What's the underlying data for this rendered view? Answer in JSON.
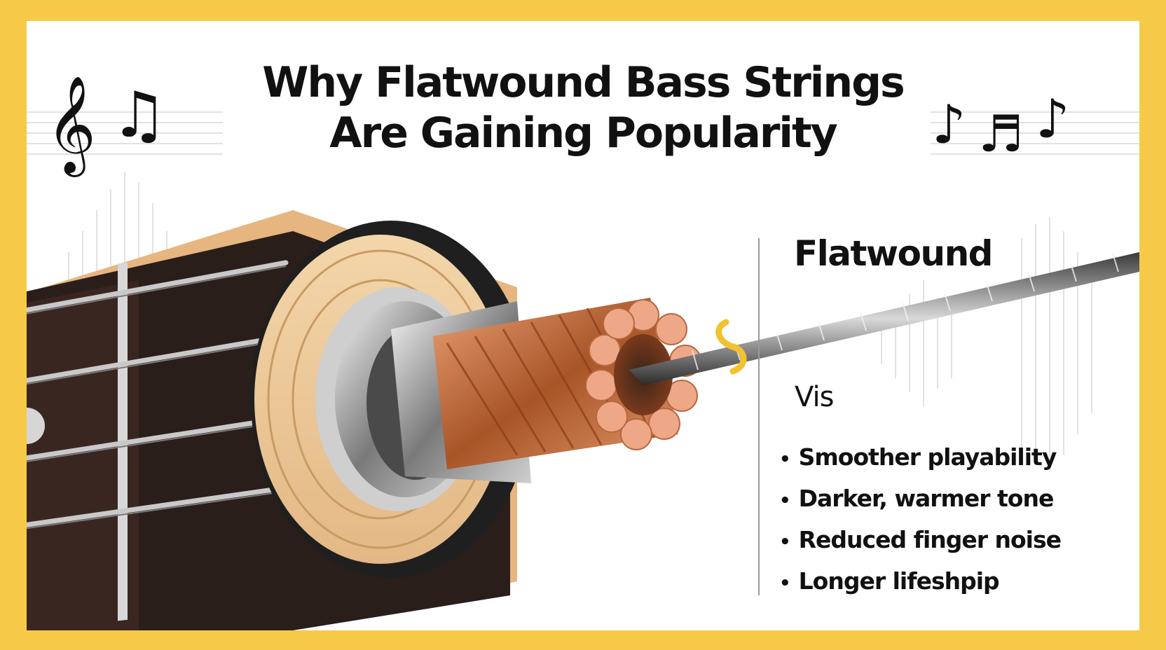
{
  "title": {
    "line1": "Why Flatwound Bass Strings",
    "line2": "Are Gaining Popularity"
  },
  "panel": {
    "heading": "Flatwound",
    "subheading": "Vis",
    "bullets": [
      "Smoother playability",
      "Darker, warmer tone",
      "Reduced finger noise",
      "Longer lifeshpip"
    ]
  },
  "icons": {
    "left": [
      "treble-clef-icon",
      "beamed-notes-icon"
    ],
    "right": [
      "eighth-note-icon",
      "sixteenth-note-icon",
      "eighth-note-icon"
    ]
  },
  "colors": {
    "border": "#f7c948",
    "accent": "#f2c230",
    "copper": "#c9703e",
    "text": "#111111"
  }
}
